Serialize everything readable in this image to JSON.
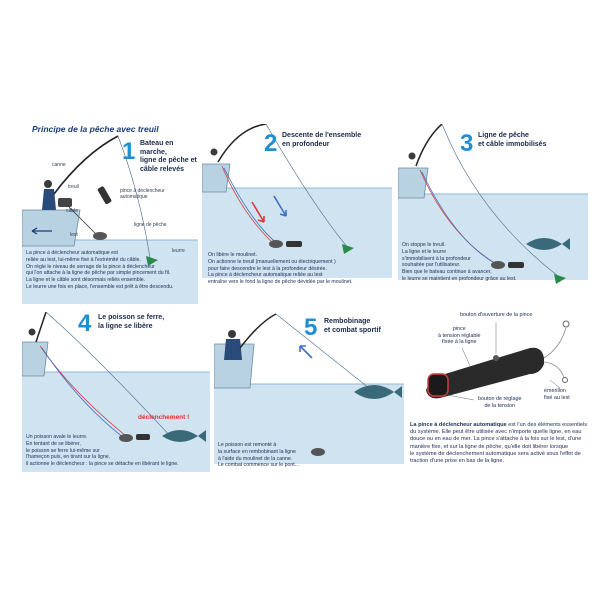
{
  "title": "Principe de la pêche avec treuil",
  "steps": [
    {
      "number": "1",
      "title_lines": [
        "Bateau en marche,",
        "ligne de pêche et",
        "câble relevés"
      ],
      "labels": [
        "canne",
        "treuil",
        "câble",
        "lest",
        "pince à déclencheur automatique",
        "ligne de pêche",
        "leurre"
      ],
      "captions": [
        "La pince à déclencheur automatique est",
        "reliée au lest, lui-même fixé à l'extrémité du câble.",
        "On règle le niveau de serrage de la pince à déclencheur",
        "qui l'on attache à la ligne de pêche par simple pincement du fil.",
        "La ligne et le câble sont désormais reliés ensemble.",
        "Le leurre une fois en place, l'ensemble est prêt à être descendu."
      ]
    },
    {
      "number": "2",
      "title_lines": [
        "Descente de l'ensemble",
        "en profondeur"
      ],
      "captions": [
        "On libère le moulinet.",
        "On actionne le treuil (manuellement ou électriquement )",
        "pour faire descendre le lest à la profondeur désirée.",
        "La pince à déclencheur automatique reliée au lest",
        "entraîne vers le fond la ligne de pêche dévidée par le moulinet."
      ]
    },
    {
      "number": "3",
      "title_lines": [
        "Ligne de pêche",
        "et câble immobilisés"
      ],
      "captions": [
        "On stoppe le treuil.",
        "La ligne et le leurre",
        "s'immobilisent à la profondeur",
        "souhaitée par l'utilisateur.",
        "Bien que le bateau continue à avancer,",
        "le leurre se maintient en profondeur grâce au lest."
      ]
    },
    {
      "number": "4",
      "title_lines": [
        "Le poisson se ferre,",
        "la ligne se libère"
      ],
      "alert": "déclenchement !",
      "captions": [
        "Un poisson avale le leurre.",
        "En tentant de se libérer,",
        "le poisson se ferre lui-même sur",
        "l'hameçon puis, en tirant sur la ligne,",
        "il actionne le déclencheur : la pince se détache en libérant le ligne."
      ]
    },
    {
      "number": "5",
      "title_lines": [
        "Rembobinage",
        "et combat sportif"
      ],
      "captions": [
        "Le poisson est remonté à",
        "la surface en rembobinant la ligne",
        "à l'aide du moulinet de la canne.",
        "Le combat commence sur le pont..."
      ]
    }
  ],
  "inset": {
    "labels": {
      "trigger_button": "bouton d'ouverture de la pince",
      "clamp": [
        "pince",
        "à tension réglable",
        "fixée à la ligne"
      ],
      "swivel": [
        "émerillon",
        "fixé au lest"
      ],
      "tension_button": [
        "bouton de réglage",
        "de la tension"
      ]
    },
    "description_bold": "La pince à déclencheur automatique",
    "description_lines": [
      " est l'un des éléments essentiels",
      "du système. Elle peut être utilisée avec n'importe quelle ligne, en eau",
      "douce ou en eau de mer. La pince s'attache à la fois sur le lest, d'une",
      "manière fixe, et sur la ligne de pêche, qu'elle doit libérer lorsque",
      "le système de déclenchement automatique sera activé sous l'effet de",
      "traction d'une prise en bas de la ligne."
    ]
  },
  "colors": {
    "accent_blue": "#1e8fd0",
    "water": "#cfe3f0",
    "water_surface": "#8fb8d8",
    "boat": "#b9d2e2",
    "line_red": "#d83a3a",
    "cable_blue": "#3a6fc4",
    "alert_red": "#e0302a"
  }
}
